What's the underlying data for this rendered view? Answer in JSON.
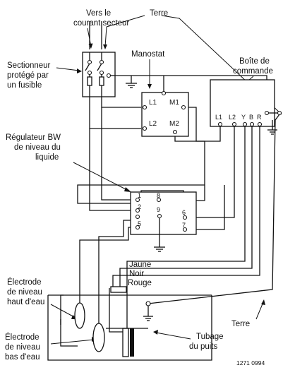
{
  "labels": {
    "supply": [
      "Vers le",
      "courant secteur"
    ],
    "earth_top": "Terre",
    "disconnect": [
      "Sectionneur",
      "protégé par",
      "un fusible"
    ],
    "pressure_switch": "Manostat",
    "control_box": [
      "Boîte de",
      "commande"
    ],
    "regulator": [
      "Régulateur BW",
      "de niveau du",
      "liquide"
    ],
    "wire_colors": [
      "Jaune",
      "Noir",
      "Rouge"
    ],
    "high_electrode": [
      "Électrode",
      "de niveau",
      "haut d'eau"
    ],
    "low_electrode": [
      "Électrode",
      "de niveau",
      "bas d'eau"
    ],
    "casing": [
      "Tubage",
      "du puits"
    ],
    "earth_bottom": "Terre",
    "reference": "1271 0994"
  },
  "terminals": {
    "pressure_switch": [
      "L1",
      "M1",
      "L2",
      "M2"
    ],
    "control_box": [
      "L1",
      "L2",
      "Y",
      "B",
      "R"
    ],
    "regulator": [
      "1",
      "8",
      "2",
      "9",
      "6",
      "5",
      "7"
    ]
  }
}
